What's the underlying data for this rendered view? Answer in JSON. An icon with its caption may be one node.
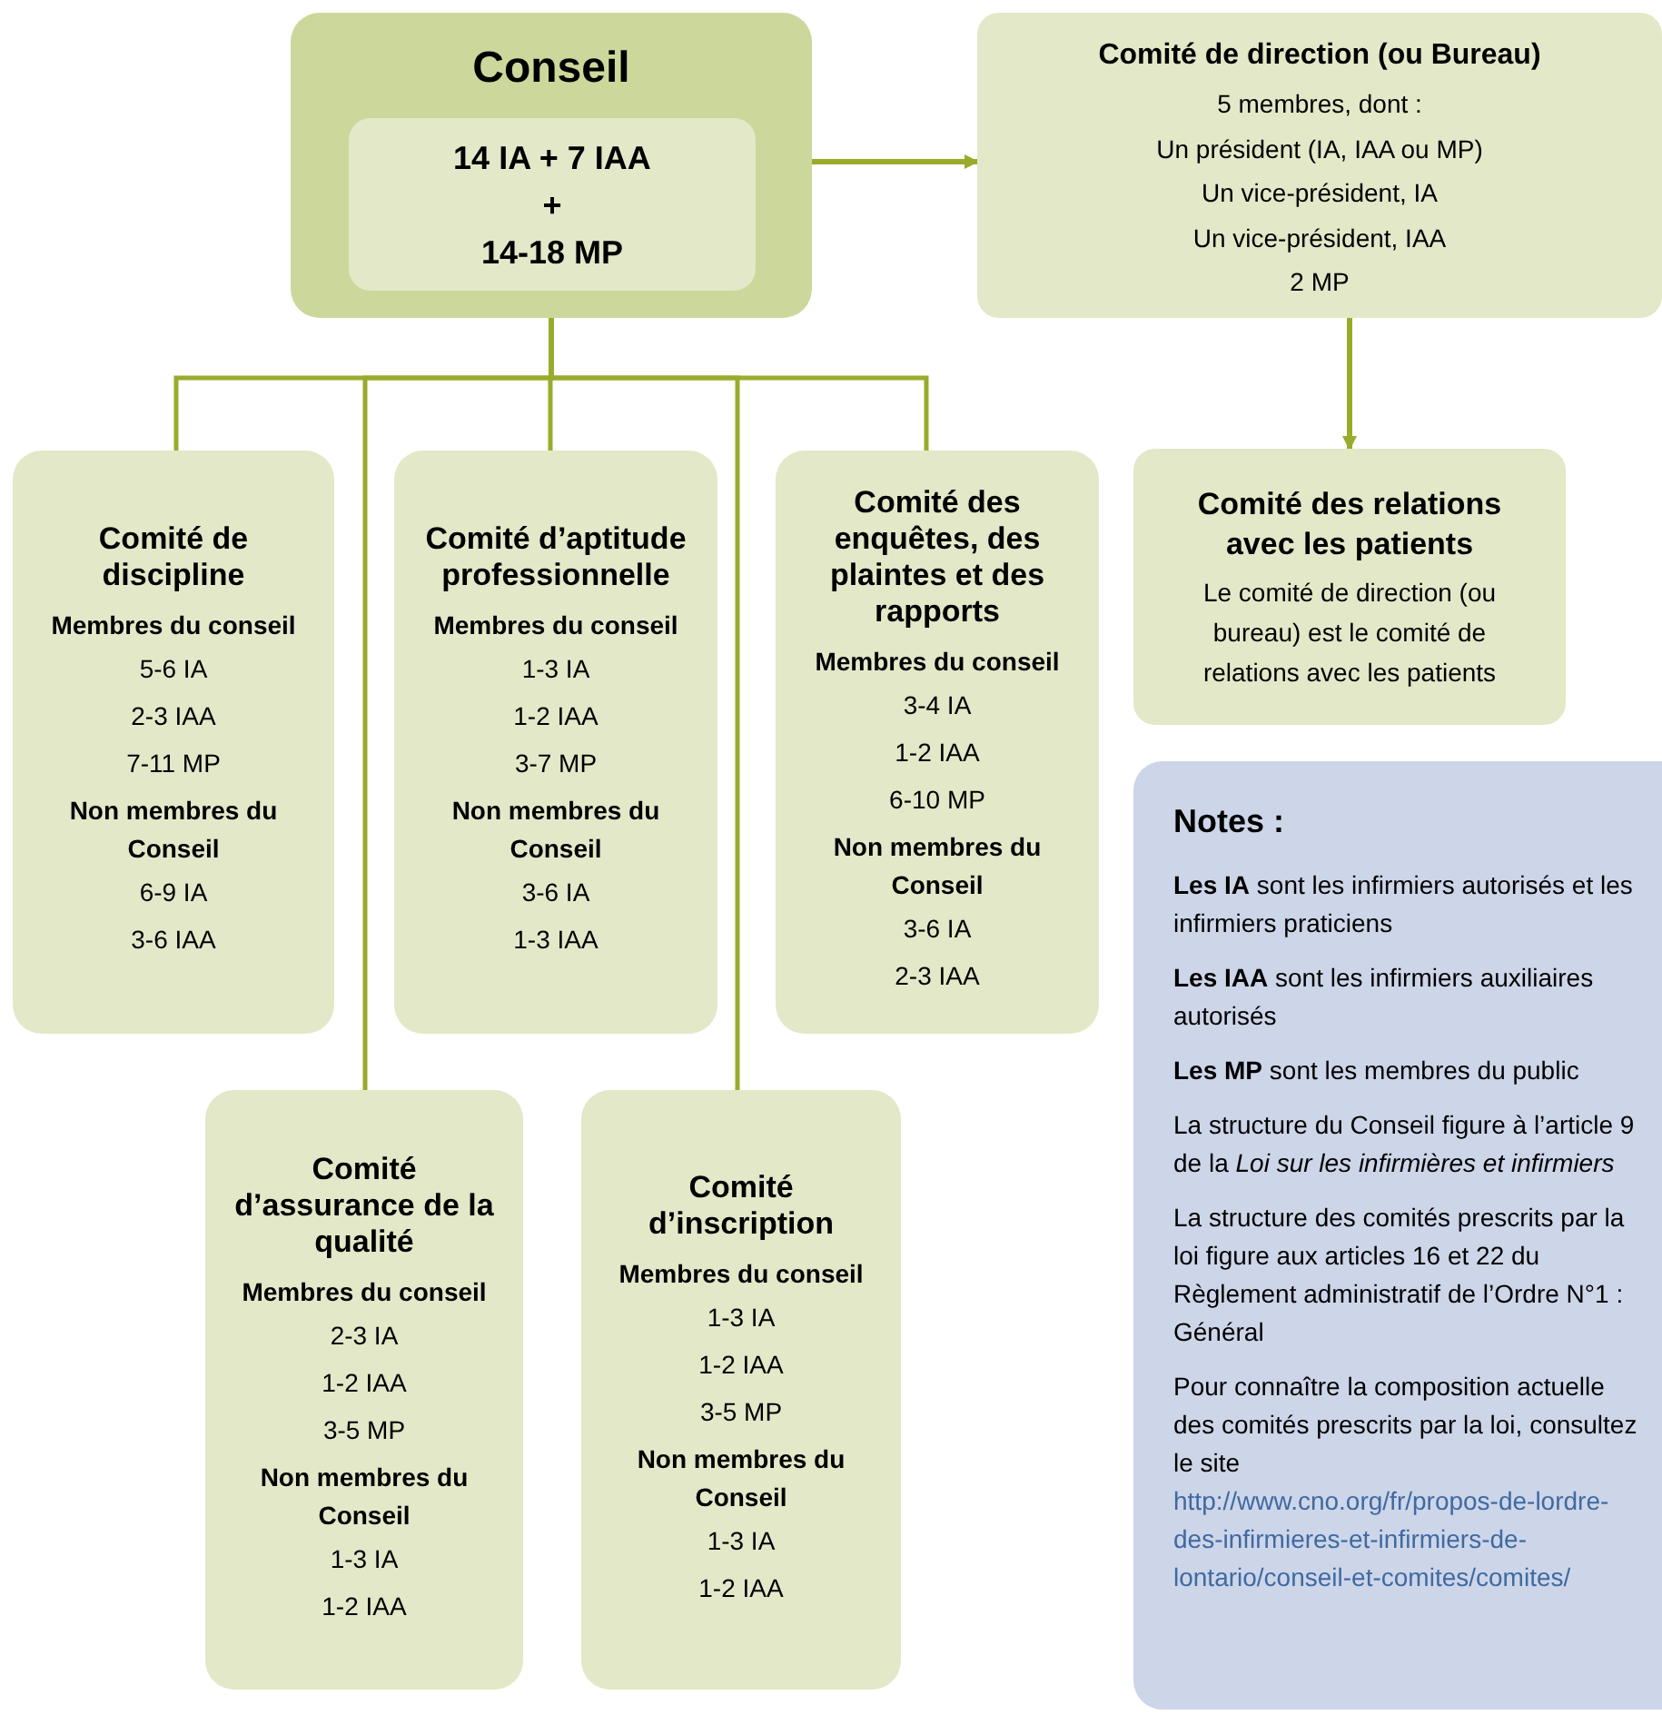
{
  "diagram": {
    "nodes": [
      {
        "text": [
          "Conseil"
        ]
      },
      {
        "text": [
          "14 IA + 7 IAA",
          "+",
          "14-18 MP"
        ],
        "in": 0
      },
      {
        "text": [
          "Comité de direction (ou Bureau)",
          "5 membres, dont :",
          "Un président (IA, IAA ou MP)",
          "Un vice-président, IA",
          "Un vice-président, IAA",
          "2 MP"
        ]
      },
      {
        "text": [
          "Comité des relations avec les patients",
          "Le comité de direction (ou bureau) est le comité de relations avec les patients"
        ]
      },
      {
        "text": [
          "Comité de discipline",
          "Membres du conseil",
          "5-6 IA",
          "2-3 IAA",
          "7-11 MP",
          "Non membres du Conseil",
          "6-9 IA",
          "3-6 IAA"
        ]
      },
      {
        "text": [
          "Comité d’aptitude professionnelle",
          "Membres du conseil",
          "1-3 IA",
          "1-2 IAA",
          "3-7 MP",
          "Non membres du Conseil",
          "3-6 IA",
          "1-3 IAA"
        ]
      },
      {
        "text": [
          "Comité des enquêtes, des plaintes et des rapports",
          "Membres du conseil",
          "3-4 IA",
          "1-2 IAA",
          "6-10 MP",
          "Non membres du Conseil",
          "3-6 IA",
          "2-3 IAA"
        ]
      },
      {
        "text": [
          "Comité d’assurance de la qualité",
          "Membres du conseil",
          "2-3 IA",
          "1-2 IAA",
          "3-5 MP",
          "Non membres du Conseil",
          "1-3 IA",
          "1-2 IAA"
        ]
      },
      {
        "text": [
          "Comité d’inscription",
          "Membres du conseil",
          "1-3 IA",
          "1-2 IAA",
          "3-5 MP",
          "Non membres du Conseil",
          "1-3 IA",
          "1-2 IAA"
        ]
      },
      {
        "text": [
          "Notes :",
          "**Les IA** sont les infirmiers autorisés et les infirmiers praticiens",
          "**Les IAA** sont les infirmiers auxiliaires autorisés",
          "**Les MP** sont les membres du public",
          "La structure du Conseil figure à l’article 9 de la *Loi sur les infirmières et infirmiers*",
          "La structure des comités prescrits par la loi figure aux articles 16 et 22 du Règlement administratif de l’Ordre N°1 : Général",
          "Pour connaître la composition actuelle des comités prescrits par la loi, consultez le site",
          "http://www.cno.org/fr/propos-de-lordre-des-infirmieres-et-infirmiers-de-lontario/conseil-et-comites/comites/"
        ]
      }
    ],
    "edges": [
      {
        "from": 0,
        "to": 2,
        "arrow": "to"
      },
      {
        "from": 2,
        "to": 3,
        "arrow": "to"
      },
      {
        "from": 0,
        "to": 4,
        "arrow": "none"
      },
      {
        "from": 0,
        "to": 5,
        "arrow": "none"
      },
      {
        "from": 0,
        "to": 6,
        "arrow": "none"
      },
      {
        "from": 0,
        "to": 7,
        "arrow": "none"
      },
      {
        "from": 0,
        "to": 8,
        "arrow": "none"
      }
    ]
  }
}
